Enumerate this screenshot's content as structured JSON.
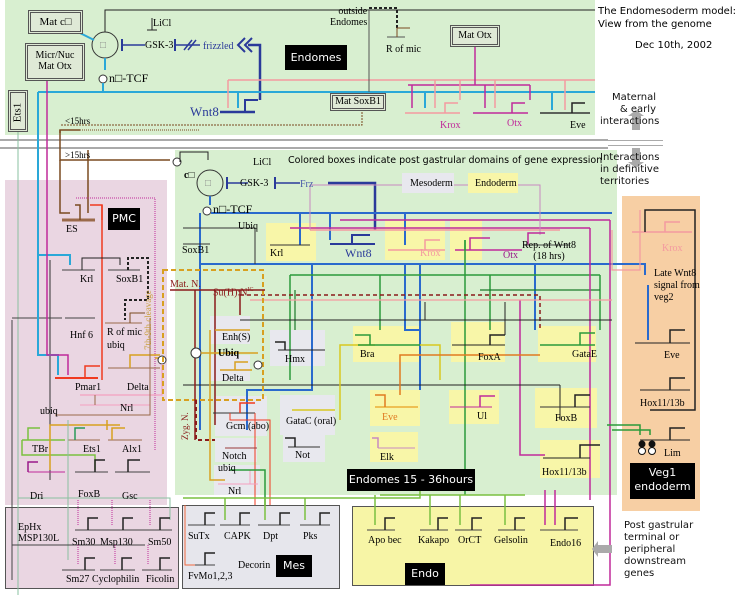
{
  "title": {
    "line1": "The Endomesoderm model:",
    "line2": "View from the genome",
    "date": "Dec 10th, 2002"
  },
  "side_notes": {
    "maternal": [
      "Maternal",
      "& early",
      "interactions"
    ],
    "definitive": [
      "Interactions",
      "in definitive",
      "territories"
    ],
    "post_gastrular": [
      "Post gastrular",
      "terminal or",
      "peripheral",
      "downstream",
      "genes"
    ]
  },
  "legend": {
    "caption": "Colored boxes indicate post gastrular domains of gene expression",
    "mesoderm": "Mesoderm",
    "endoderm": "Endoderm"
  },
  "colors": {
    "maternal_bg": "#d8efd0",
    "pmc_bg": "#ead6e2",
    "veg1_bg": "#f7cfa4",
    "endo_bg": "#f7f5a6",
    "mesoderm_box": "#e6e6ee",
    "endoderm_box": "#f7f4a4",
    "wnt_blue": "#2a3a9a",
    "cyan": "#2aa8d8",
    "magenta": "#c02a9a",
    "pink": "#f49aa0",
    "brown": "#7a4a20",
    "green": "#2a9a3a",
    "orange": "#e89a2a",
    "dark_red": "#8a1a1a"
  },
  "maternal_section": {
    "boxes": {
      "mat_c": "Mat c□",
      "micr_nuc_mat_otx": [
        "Micr/Nuc",
        "Mat Otx"
      ],
      "ets1": "Ets1",
      "mat_otx": "Mat Otx",
      "mat_soxb1": "Mat SoxB1"
    },
    "labels": {
      "licl": "LiCl",
      "gsk3": "GSK-3",
      "frizzled": "frizzled",
      "ntcf": "n□-TCF",
      "wnt8": "Wnt8",
      "outside_endomes": [
        "outside",
        "Endomes"
      ],
      "r_of_mic": "R of mic",
      "krox": "Krox",
      "otx": "Otx",
      "eve": "Eve",
      "lt15hrs": "<15hrs",
      "gt15hrs": ">15hrs"
    },
    "endomes_badge": "Endomes"
  },
  "definitive_section": {
    "top": {
      "c": "c□",
      "licl": "LiCl",
      "gsk3": "GSK-3",
      "frz": "Frz",
      "ntcf": "n□-TCF",
      "ubiq": "Ubiq",
      "soxb1": "SoxB1",
      "krl": "Krl",
      "wnt8": "Wnt8",
      "krox": "Krox",
      "otx": "Otx",
      "rep_wnt8": [
        "Rep. of Wnt8",
        "(18 hrs)"
      ]
    },
    "pmc": {
      "badge": "PMC",
      "genes": [
        "ES",
        "Krl",
        "SoxB1",
        "Hnf 6",
        "R of mic",
        "ubiq",
        "Pmar1",
        "Delta",
        "Nrl",
        "ubiq",
        "TBr",
        "Ets1",
        "Alx1",
        "Dri",
        "FoxB",
        "Gsc"
      ]
    },
    "pmc_terminal": {
      "label": [
        "EpHx",
        "MSP130L"
      ],
      "genes": [
        "Sm30",
        "Msp130",
        "Sm50",
        "Sm27",
        "Cyclophilin",
        "Ficolin"
      ]
    },
    "notch": {
      "mat_n": "Mat. N.",
      "suh": "Su(H):N",
      "suh_sup": "IC",
      "cleavage": "7th-9th cleavage",
      "zyg_n": "Zyg. N.",
      "enh_s": "Enh(S)",
      "ubiq": "Ubiq",
      "delta": "Delta",
      "gcm": "Gcm (abo)",
      "notch": "Notch",
      "ubiq2": "ubiq",
      "nrl": "Nrl"
    },
    "mesoderm_genes": [
      "Hmx",
      "GataC (oral)",
      "Not"
    ],
    "endoderm_genes": [
      "Bra",
      "FoxA",
      "GataE",
      "Eve",
      "Ul",
      "FoxB",
      "Elk",
      "Hox11/13b"
    ],
    "endomes_badge": "Endomes  15 - 36hours",
    "veg1": {
      "krox": "Krox",
      "late_wnt8": [
        "Late Wnt8",
        "signal from",
        "veg2"
      ],
      "genes": [
        "Eve",
        "Hox11/13b",
        "Lim"
      ],
      "badge": [
        "Veg1",
        "endoderm"
      ]
    }
  },
  "terminal_section": {
    "mes": {
      "genes": [
        "SuTx",
        "CAPK",
        "Dpt",
        "Pks",
        "FvMo1,2,3",
        "Decorin"
      ],
      "badge": "Mes"
    },
    "endo": {
      "genes": [
        "Apo bec",
        "Kakapo",
        "OrCT",
        "Gelsolin",
        "Endo16"
      ],
      "badge": "Endo"
    }
  }
}
